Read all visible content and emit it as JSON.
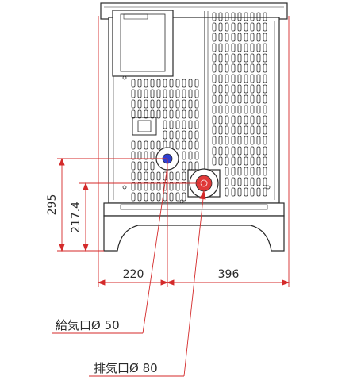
{
  "dimensions": {
    "height_total": "295",
    "height_exhaust": "217.4",
    "width_left": "220",
    "width_right": "396"
  },
  "callouts": {
    "intake": "給気口Ø 50",
    "exhaust": "排気口Ø 80"
  },
  "colors": {
    "outline": "#2a2a2a",
    "dimension": "#d42a2a",
    "intake_port": "#2f3fd0",
    "exhaust_port": "#e03a3a",
    "background": "#ffffff"
  }
}
